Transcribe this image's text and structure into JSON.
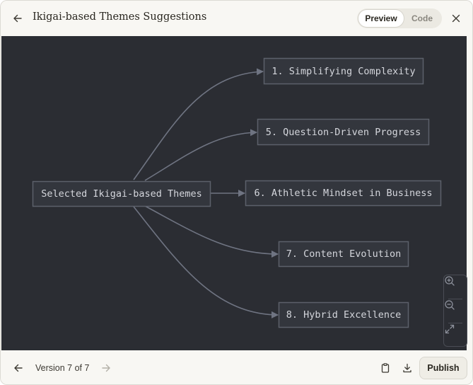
{
  "header": {
    "title": "Ikigai-based Themes Suggestions",
    "preview_label": "Preview",
    "code_label": "Code"
  },
  "diagram": {
    "root": "Selected Ikigai-based Themes",
    "children": [
      "1. Simplifying Complexity",
      "5. Question-Driven Progress",
      "6. Athletic Mindset in Business",
      "7. Content Evolution",
      "8. Hybrid Excellence"
    ]
  },
  "footer": {
    "version": "Version 7 of 7",
    "publish_label": "Publish"
  },
  "icons": {
    "back": "arrow-left-icon",
    "close": "close-icon",
    "zoom_in": "zoom-in-icon",
    "zoom_out": "zoom-out-icon",
    "fit": "expand-icon",
    "prev": "arrow-left-icon",
    "next": "arrow-right-icon",
    "copy": "clipboard-icon",
    "download": "download-icon"
  },
  "colors": {
    "canvas_bg": "#2b2d33",
    "node_fill": "#33363d",
    "node_stroke": "#5c606b",
    "node_text": "#d4d6dc",
    "edge": "#6f7482"
  }
}
